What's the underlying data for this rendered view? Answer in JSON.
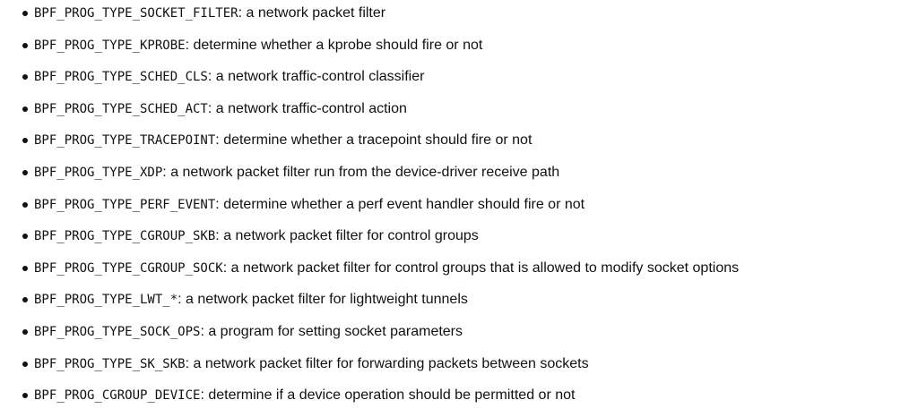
{
  "colors": {
    "background": "#ffffff",
    "text": "#111111"
  },
  "list": {
    "separator": ": ",
    "items": [
      {
        "code": "BPF_PROG_TYPE_SOCKET_FILTER",
        "desc": "a network packet filter"
      },
      {
        "code": "BPF_PROG_TYPE_KPROBE",
        "desc": "determine whether a kprobe should fire or not"
      },
      {
        "code": "BPF_PROG_TYPE_SCHED_CLS",
        "desc": "a network traffic-control classifier"
      },
      {
        "code": "BPF_PROG_TYPE_SCHED_ACT",
        "desc": "a network traffic-control action"
      },
      {
        "code": "BPF_PROG_TYPE_TRACEPOINT",
        "desc": "determine whether a tracepoint should fire or not"
      },
      {
        "code": "BPF_PROG_TYPE_XDP",
        "desc": "a network packet filter run from the device-driver receive path"
      },
      {
        "code": "BPF_PROG_TYPE_PERF_EVENT",
        "desc": "determine whether a perf event handler should fire or not"
      },
      {
        "code": "BPF_PROG_TYPE_CGROUP_SKB",
        "desc": "a network packet filter for control groups"
      },
      {
        "code": "BPF_PROG_TYPE_CGROUP_SOCK",
        "desc": "a network packet filter for control groups that is allowed to modify socket options"
      },
      {
        "code": "BPF_PROG_TYPE_LWT_*",
        "desc": "a network packet filter for lightweight tunnels"
      },
      {
        "code": "BPF_PROG_TYPE_SOCK_OPS",
        "desc": "a program for setting socket parameters"
      },
      {
        "code": "BPF_PROG_TYPE_SK_SKB",
        "desc": "a network packet filter for forwarding packets between sockets"
      },
      {
        "code": "BPF_PROG_CGROUP_DEVICE",
        "desc": "determine if a device operation should be permitted or not"
      }
    ]
  }
}
